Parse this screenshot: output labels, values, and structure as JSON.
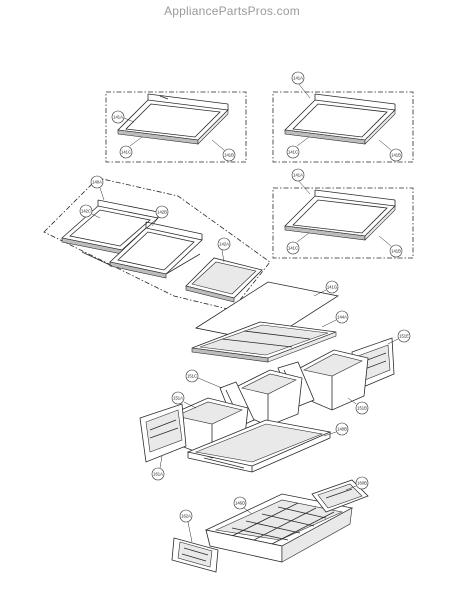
{
  "watermark": "AppliancePartsPros.com",
  "callouts": {
    "shelf_frame_a": "141A",
    "shelf_frame_b": "141B",
    "shelf_frame_c": "141C",
    "shelf_assy_a": "140A",
    "shelf_assy_b": "142B",
    "shelf_assy_c": "142C",
    "shelf_assy_d": "142A",
    "cover_glass": "141G",
    "cover_assy": "144A",
    "crisper_cover_b": "151E",
    "pan_a": "151A",
    "pan_b": "151B",
    "pan_c": "151C",
    "pan_support": "140B",
    "bracket_a": "161A",
    "bracket_b": "160B",
    "drawer": "146D",
    "drawer_bracket": "162A"
  }
}
